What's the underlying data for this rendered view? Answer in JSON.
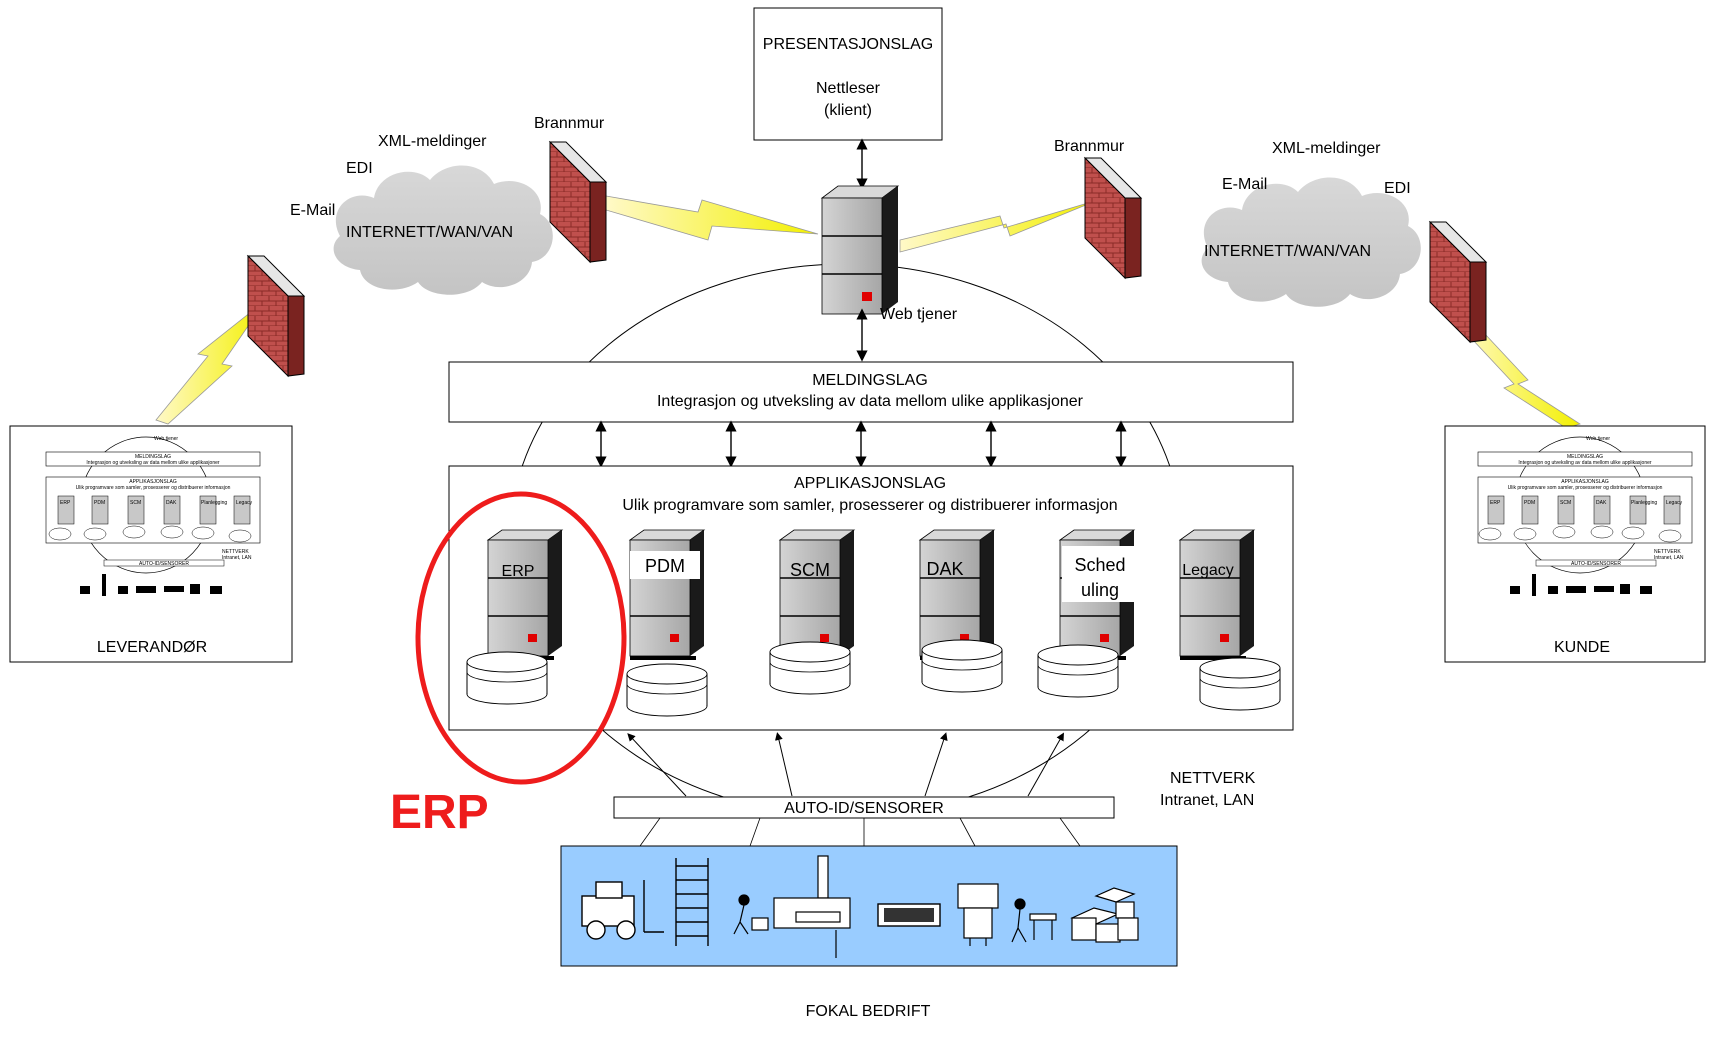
{
  "presentation": {
    "title": "PRESENTASJONSLAG",
    "line1": "Nettleser",
    "line2": "(klient)"
  },
  "webserver": {
    "label": "Web tjener"
  },
  "left_cloud": {
    "xml": "XML-meldinger",
    "edi": "EDI",
    "email": "E-Mail",
    "label": "INTERNETT/WAN/VAN"
  },
  "right_cloud": {
    "xml": "XML-meldinger",
    "edi": "EDI",
    "email": "E-Mail",
    "label": "INTERNETT/WAN/VAN"
  },
  "firewalls": {
    "left": "Brannmur",
    "right": "Brannmur"
  },
  "message_layer": {
    "title": "MELDINGSLAG",
    "subtitle": "Integrasjon og utveksling av data mellom ulike applikasjoner"
  },
  "application_layer": {
    "title": "APPLIKASJONSLAG",
    "subtitle": "Ulik programvare som samler, prosesserer og distribuerer informasjon",
    "servers": [
      {
        "label": "ERP"
      },
      {
        "label": "PDM"
      },
      {
        "label": "SCM"
      },
      {
        "label": "DAK"
      },
      {
        "label_line1": "Sched",
        "label_line2": "uling"
      },
      {
        "label": "Legacy"
      }
    ]
  },
  "highlight": {
    "label": "ERP",
    "color": "#ee1c1c"
  },
  "auto_id": {
    "label": "AUTO-ID/SENSORER"
  },
  "network": {
    "line1": "NETTVERK",
    "line2": "Intranet, LAN"
  },
  "plant": {
    "label": "FOKAL BEDRIFT",
    "color": "#99ccff"
  },
  "supplier": {
    "label": "LEVERANDØR",
    "web": "Web tjener",
    "msg_title": "MELDINGSLAG",
    "msg_sub": "Integrasjon og utveksling av data mellom ulike applikasjoner",
    "app_title": "APPLIKASJONSLAG",
    "app_sub": "Ulik programvare som samler, prosesserer og distribuerer informasjon",
    "net1": "NETTVERK",
    "net2": "Intranet, LAN",
    "auto": "AUTO-ID/SENSORER",
    "servers": [
      "ERP",
      "PDM",
      "SCM",
      "DAK",
      "Planlegging",
      "Legacy"
    ]
  },
  "customer": {
    "label": "KUNDE",
    "web": "Web tjener",
    "msg_title": "MELDINGSLAG",
    "msg_sub": "Integrasjon og utveksling av data mellom ulike applikasjoner",
    "app_title": "APPLIKASJONSLAG",
    "app_sub": "Ulik programvare som samler, prosesserer og distribuerer informasjon",
    "net1": "NETTVERK",
    "net2": "Intranet, LAN",
    "auto": "AUTO-ID/SENSORER",
    "servers": [
      "ERP",
      "PDM",
      "SCM",
      "DAK",
      "Planlegging",
      "Legacy"
    ]
  }
}
